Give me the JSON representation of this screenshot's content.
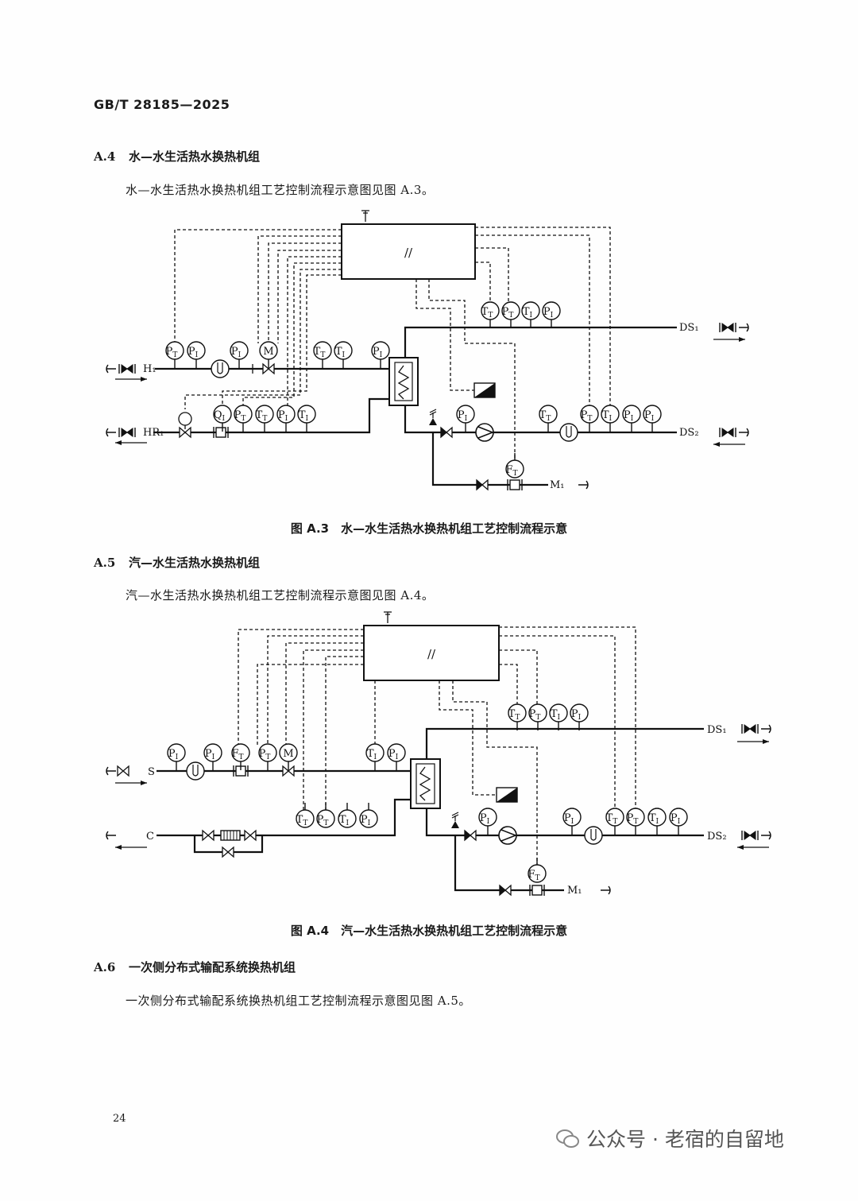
{
  "header": {
    "standard_no": "GB/T 28185—2025"
  },
  "sections": [
    {
      "id": "A4",
      "no": "A.4",
      "title": "水—水生活热水换热机组",
      "text": "水—水生活热水换热机组工艺控制流程示意图见图 A.3。"
    },
    {
      "id": "A5",
      "no": "A.5",
      "title": "汽—水生活热水换热机组",
      "text": "汽—水生活热水换热机组工艺控制流程示意图见图 A.4。"
    },
    {
      "id": "A6",
      "no": "A.6",
      "title": "一次侧分布式输配系统换热机组",
      "text": "一次侧分布式输配系统换热机组工艺控制流程示意图见图 A.5。"
    }
  ],
  "figures": [
    {
      "id": "fig-a3",
      "caption": "图 A.3　水—水生活热水换热机组工艺控制流程示意",
      "labels": {
        "h1": "H₁",
        "hr1": "HR₁",
        "ds1": "DS₁",
        "ds2": "DS₂",
        "m1": "M₁",
        "controller": "//"
      },
      "instruments": [
        "PT",
        "PI",
        "PI",
        "M",
        "TT",
        "TI",
        "PI",
        "QI",
        "PT",
        "TT",
        "PI",
        "TI",
        "TT",
        "PT",
        "TI",
        "PI",
        "PI",
        "TT",
        "PT",
        "TI",
        "PI",
        "PI",
        "FT"
      ]
    },
    {
      "id": "fig-a4",
      "caption": "图 A.4　汽—水生活热水换热机组工艺控制流程示意",
      "labels": {
        "s": "S",
        "c": "C",
        "ds1": "DS₁",
        "ds2": "DS₂",
        "m1": "M₁",
        "controller": "//"
      },
      "instruments": [
        "PI",
        "PI",
        "FT",
        "PT",
        "M",
        "TI",
        "PI",
        "TT",
        "PT",
        "TI",
        "PI",
        "TT",
        "PT",
        "TI",
        "PI",
        "PI",
        "PI",
        "TT",
        "PT",
        "TI",
        "PI",
        "FT"
      ]
    }
  ],
  "footer": {
    "page_no": "24",
    "watermark": "公众号 · 老宿的自留地"
  }
}
